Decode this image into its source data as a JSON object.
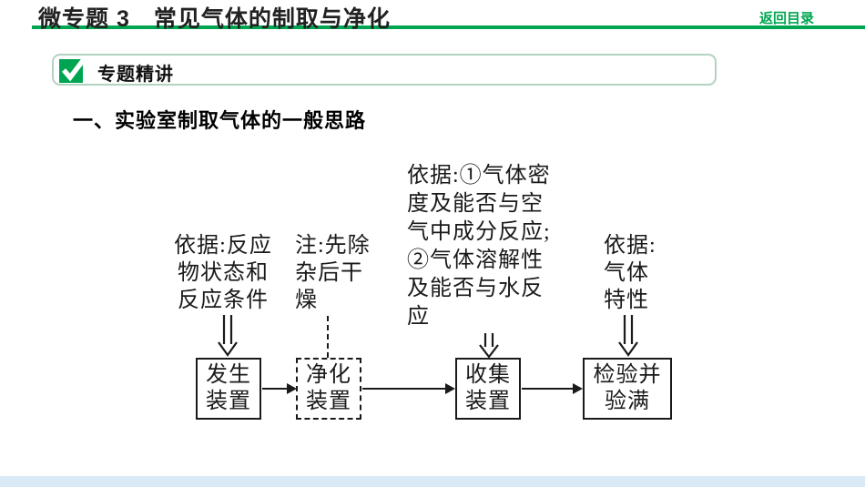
{
  "header": {
    "title": "微专题 3　常见气体的制取与净化",
    "back_link": "返回目录"
  },
  "section": {
    "title": "专题精讲"
  },
  "heading": "一、实验室制取气体的一般思路",
  "diagram": {
    "annotations": [
      {
        "lines": [
          "依据:反应",
          "物状态和",
          "反应条件"
        ]
      },
      {
        "lines": [
          "注:先除",
          "杂后干",
          "燥"
        ]
      },
      {
        "lines": [
          "依据:①气体密",
          "度及能否与空",
          "气中成分反应;",
          "②气体溶解性",
          "及能否与水反",
          "应"
        ]
      },
      {
        "lines": [
          "依据:",
          "气体",
          "特性"
        ]
      }
    ],
    "boxes": [
      {
        "lines": [
          "发生",
          "装置"
        ]
      },
      {
        "lines": [
          "净化",
          "装置"
        ]
      },
      {
        "lines": [
          "收集",
          "装置"
        ]
      },
      {
        "lines": [
          "检验并",
          "验满"
        ]
      }
    ]
  },
  "colors": {
    "accent_green": "#00a551",
    "bottom_bar": "#d9e9f6"
  }
}
